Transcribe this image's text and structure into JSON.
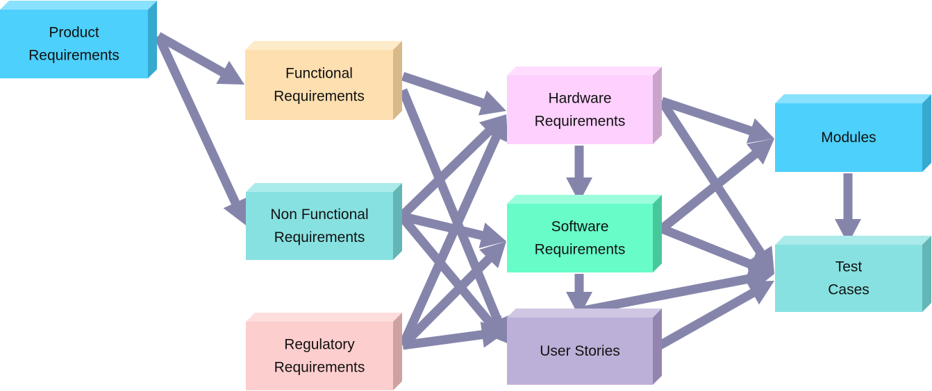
{
  "diagram": {
    "arrow_color": "#8585AC",
    "nodes": [
      {
        "id": "product",
        "lines": [
          "Product",
          "Requirements"
        ],
        "front": "#4DD0FB",
        "top": "#88E1FD",
        "side": "#36A9CF"
      },
      {
        "id": "functional",
        "lines": [
          "Functional",
          "Requirements"
        ],
        "front": "#FDDFB0",
        "top": "#FEEBC9",
        "side": "#D8B989"
      },
      {
        "id": "nonfunctional",
        "lines": [
          "Non Functional",
          "Requirements"
        ],
        "front": "#88E1E1",
        "top": "#ABEBEB",
        "side": "#64B5B5"
      },
      {
        "id": "regulatory",
        "lines": [
          "Regulatory",
          "Requirements"
        ],
        "front": "#FDCECE",
        "top": "#FEDDDD",
        "side": "#CFA2A2"
      },
      {
        "id": "hardware",
        "lines": [
          "Hardware",
          "Requirements"
        ],
        "front": "#FDD0FD",
        "top": "#FEDDFE",
        "side": "#CBA4CB"
      },
      {
        "id": "software",
        "lines": [
          "Software",
          "Requirements"
        ],
        "front": "#67FCC8",
        "top": "#9CFDDC",
        "side": "#47C89B"
      },
      {
        "id": "userstories",
        "lines": [
          "User Stories"
        ],
        "front": "#BCB0D8",
        "top": "#CFC6E4",
        "side": "#9485B0"
      },
      {
        "id": "modules",
        "lines": [
          "Modules"
        ],
        "front": "#4DD0FB",
        "top": "#88E1FD",
        "side": "#36A9CF"
      },
      {
        "id": "testcases",
        "lines": [
          "Test",
          "Cases"
        ],
        "front": "#88E1E1",
        "top": "#ABEBEB",
        "side": "#64B5B5"
      }
    ],
    "edges": [
      {
        "from": "product",
        "to": "functional"
      },
      {
        "from": "product",
        "to": "nonfunctional"
      },
      {
        "from": "functional",
        "to": "hardware"
      },
      {
        "from": "functional",
        "to": "userstories"
      },
      {
        "from": "nonfunctional",
        "to": "hardware"
      },
      {
        "from": "nonfunctional",
        "to": "software"
      },
      {
        "from": "nonfunctional",
        "to": "userstories"
      },
      {
        "from": "regulatory",
        "to": "hardware"
      },
      {
        "from": "regulatory",
        "to": "software"
      },
      {
        "from": "regulatory",
        "to": "userstories"
      },
      {
        "from": "hardware",
        "to": "software"
      },
      {
        "from": "hardware",
        "to": "modules"
      },
      {
        "from": "hardware",
        "to": "testcases"
      },
      {
        "from": "software",
        "to": "userstories"
      },
      {
        "from": "software",
        "to": "modules"
      },
      {
        "from": "software",
        "to": "testcases"
      },
      {
        "from": "userstories",
        "to": "testcases"
      },
      {
        "from": "userstories",
        "to": "testcases"
      },
      {
        "from": "modules",
        "to": "testcases"
      }
    ]
  }
}
